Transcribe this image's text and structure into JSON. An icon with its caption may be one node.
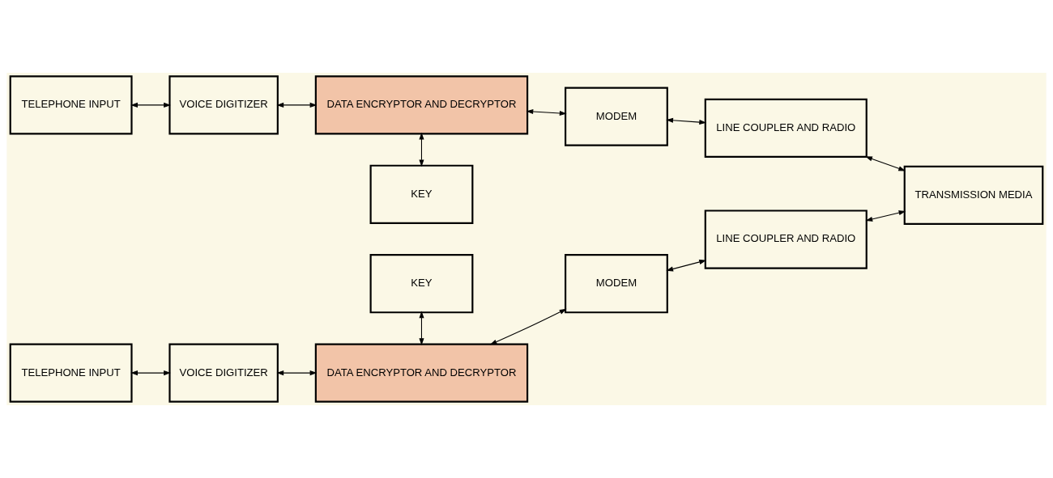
{
  "diagram": {
    "nodes": [
      {
        "text": [
          "TELEPHONE INPUT"
        ]
      },
      {
        "text": [
          "VOICE DIGITIZER"
        ]
      },
      {
        "text": [
          "DATA ENCRYPTOR AND DECRYPTOR"
        ]
      },
      {
        "text": [
          "MODEM"
        ]
      },
      {
        "text": [
          "LINE COUPLER AND RADIO"
        ]
      },
      {
        "text": [
          "KEY"
        ]
      },
      {
        "text": [
          "TRANSMISSION MEDIA"
        ]
      },
      {
        "text": [
          "KEY"
        ]
      },
      {
        "text": [
          "TELEPHONE INPUT"
        ]
      },
      {
        "text": [
          "VOICE DIGITIZER"
        ]
      },
      {
        "text": [
          "DATA ENCRYPTOR AND DECRYPTOR"
        ]
      },
      {
        "text": [
          "MODEM"
        ]
      },
      {
        "text": [
          "LINE COUPLER AND RADIO"
        ]
      }
    ],
    "edges": [
      {
        "from": 0,
        "to": 1,
        "arrow": "both"
      },
      {
        "from": 1,
        "to": 2,
        "arrow": "both"
      },
      {
        "from": 2,
        "to": 3,
        "arrow": "both"
      },
      {
        "from": 3,
        "to": 4,
        "arrow": "both"
      },
      {
        "from": 2,
        "to": 5,
        "arrow": "both"
      },
      {
        "from": 4,
        "to": 6,
        "arrow": "both"
      },
      {
        "from": 7,
        "to": 10,
        "arrow": "both"
      },
      {
        "from": 8,
        "to": 9,
        "arrow": "both"
      },
      {
        "from": 9,
        "to": 10,
        "arrow": "both"
      },
      {
        "from": 10,
        "to": 11,
        "arrow": "both"
      },
      {
        "from": 11,
        "to": 12,
        "arrow": "both"
      },
      {
        "from": 12,
        "to": 6,
        "arrow": "both"
      }
    ]
  }
}
